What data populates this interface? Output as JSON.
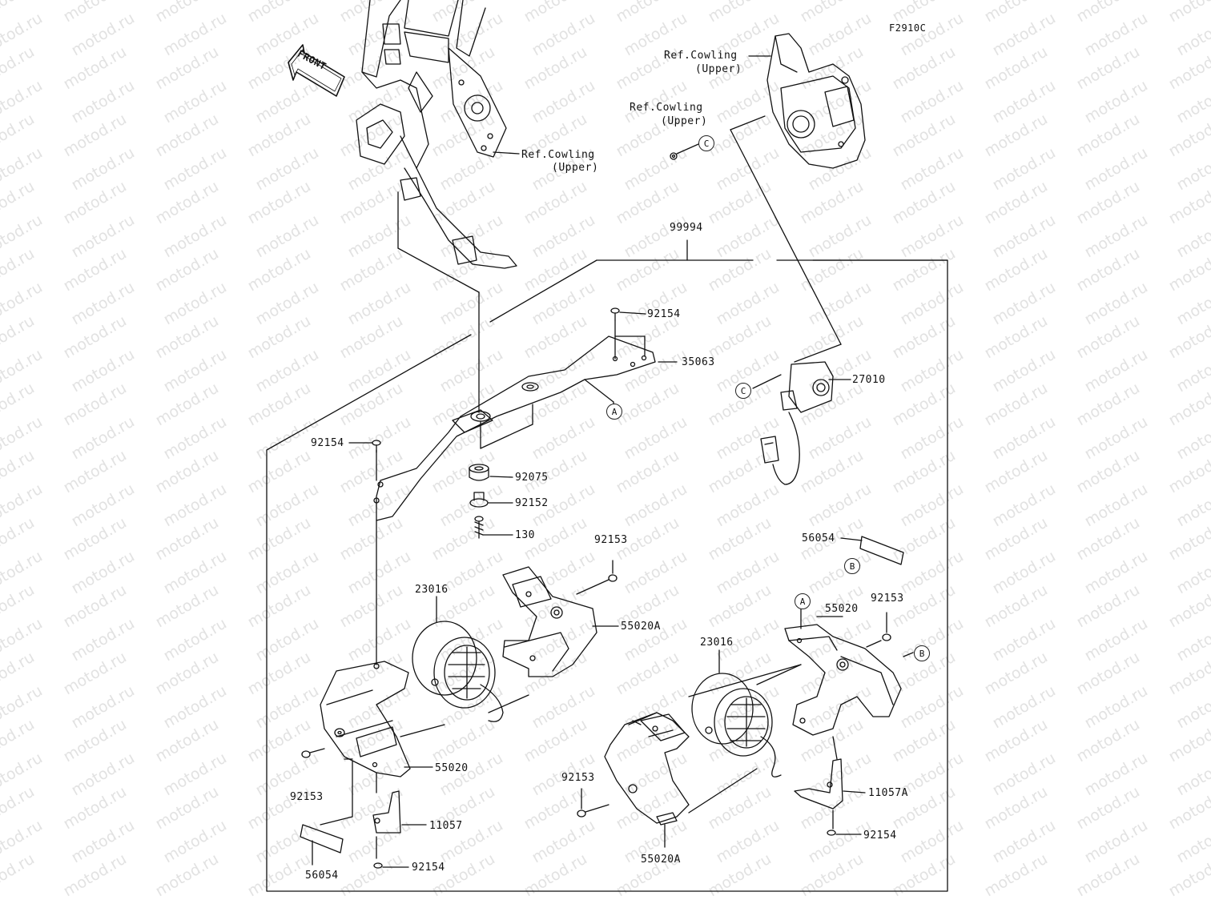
{
  "figure_code": "F2910C",
  "watermark": "motod.ru",
  "front_label": "FRONT",
  "refs": {
    "ref1": "Ref.Cowling",
    "ref1_sub": "(Upper)",
    "ref2": "Ref.Cowling",
    "ref2_sub": "(Upper)",
    "ref3": "Ref.Cowling",
    "ref3_sub": "(Upper)"
  },
  "callouts": {
    "c1": "C",
    "c2": "C",
    "a1": "A",
    "a2": "A",
    "b1": "B",
    "b2": "B"
  },
  "parts": {
    "p99994": "99994",
    "p92154_top": "92154",
    "p35063": "35063",
    "p27010": "27010",
    "p92154_left": "92154",
    "p92075": "92075",
    "p92152": "92152",
    "p130": "130",
    "p92153_mid": "92153",
    "p23016_left": "23016",
    "p55020A_left": "55020A",
    "p56054_right": "56054",
    "p55020_right": "55020",
    "p92153_right": "92153",
    "p23016_right": "23016",
    "p55020_left": "55020",
    "p92153_left": "92153",
    "p11057": "11057",
    "p56054_left": "56054",
    "p92154_bottom": "92154",
    "p92153_lower": "92153",
    "p11057A": "11057A",
    "p92154_right": "92154",
    "p55020A_right": "55020A"
  }
}
